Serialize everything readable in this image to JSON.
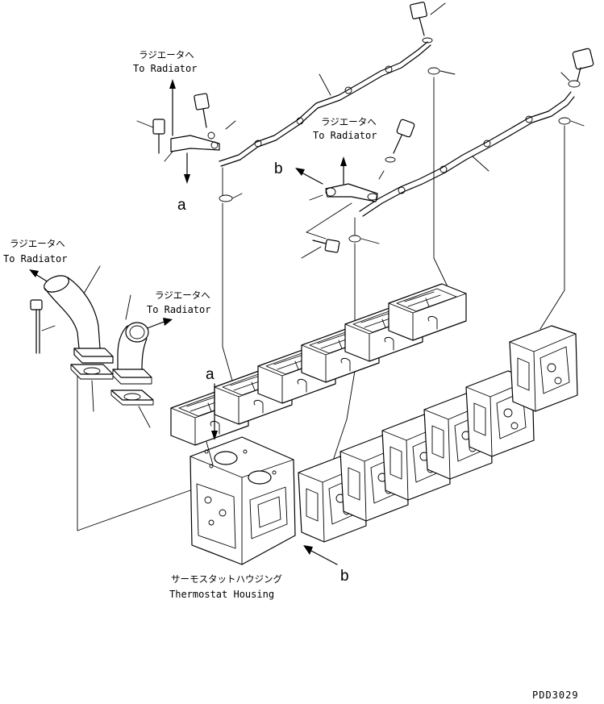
{
  "labels": {
    "radiator_jp": "ラジエータへ",
    "radiator_en": "To Radiator",
    "thermostat_jp": "サーモスタットハウジング",
    "thermostat_en": "Thermostat Housing",
    "ref_a": "a",
    "ref_b": "b",
    "drawing_code": "PDD3029"
  }
}
